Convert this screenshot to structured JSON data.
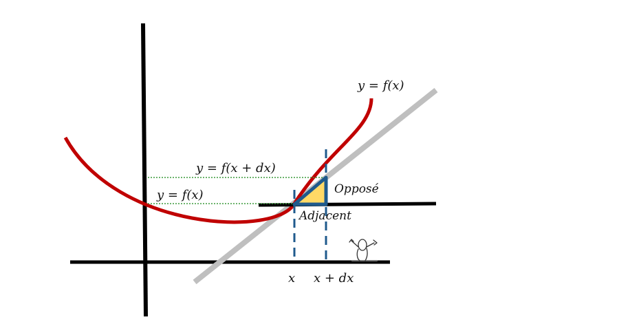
{
  "labels": {
    "curve": "y = f(x)",
    "f_x_plus_dx": "y = f(x + dx)",
    "f_x": "y = f(x)",
    "opposite": "Opposé",
    "adjacent": "Adjacent",
    "x": "x",
    "x_plus_dx": "x + dx"
  },
  "colors": {
    "axes": "#000000",
    "curve": "#c00000",
    "tangent": "#bfbfbf",
    "triangle_stroke": "#1f5a8c",
    "triangle_fill": "#ffd966",
    "dashed_vertical": "#1f5a8c",
    "dotted_guides": "#3c9a3c"
  },
  "icons": {
    "figure": "stick-figure-cheering-icon"
  }
}
